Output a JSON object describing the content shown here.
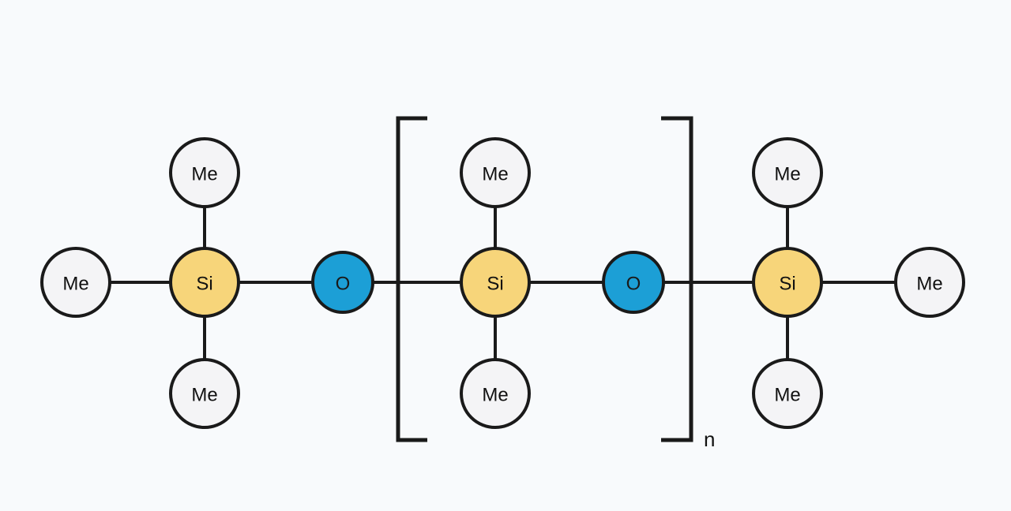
{
  "title": "Polydimethylsiloxane repeat structure",
  "colors": {
    "background": "#f8fafc",
    "me": "#f4f4f6",
    "si": "#f7d57a",
    "o": "#1c9fd6",
    "stroke": "#1a1a1a"
  },
  "atoms": {
    "left_group": {
      "me_left": "Me",
      "me_top": "Me",
      "me_bottom": "Me",
      "si": "Si",
      "o": "O"
    },
    "repeat_unit": {
      "me_top": "Me",
      "me_bottom": "Me",
      "si": "Si",
      "o": "O"
    },
    "right_group": {
      "me_top": "Me",
      "me_bottom": "Me",
      "me_right": "Me",
      "si": "Si"
    }
  },
  "repeat_subscript": "n"
}
